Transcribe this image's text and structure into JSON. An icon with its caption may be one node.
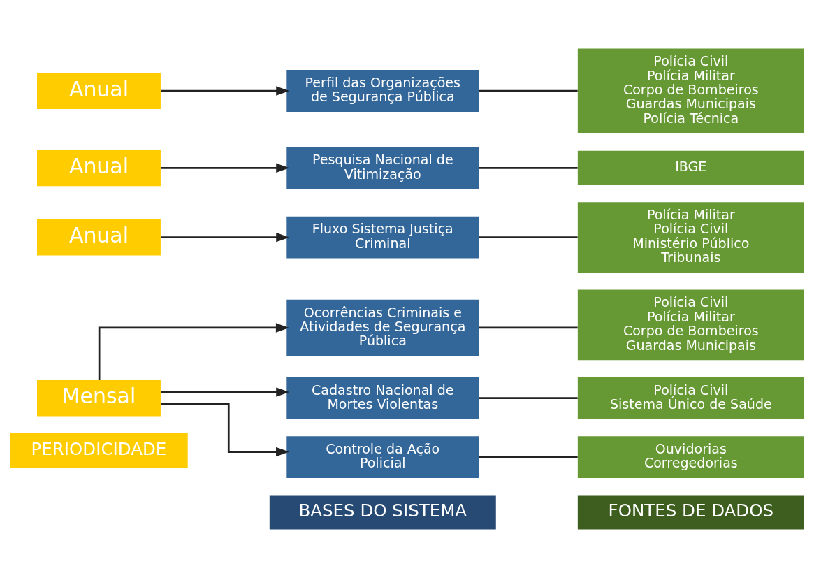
{
  "diagram": {
    "nodes": [
      {
        "text": [
          "PERIODICIDADE"
        ]
      },
      {
        "text": [
          "BASES DO SISTEMA"
        ]
      },
      {
        "text": [
          "FONTES DE DADOS"
        ]
      },
      {
        "text": [
          "Ocorrências Criminais e Atividades de Segurança Pública"
        ]
      },
      {
        "text": [
          "Polícia Civil",
          "Polícia Militar",
          "Corpo de Bombeiros",
          "Guardas Municipais"
        ]
      },
      {
        "text": [
          "Mensal"
        ]
      },
      {
        "text": [
          "Cadastro Nacional de Mortes Violentas"
        ]
      },
      {
        "text": [
          "Polícia Civil",
          "Sistema Único de Saúde"
        ]
      },
      {
        "text": [
          "Controle da Ação Policial"
        ]
      },
      {
        "text": [
          "Ouvidorias",
          "Corregedorias"
        ]
      },
      {
        "text": [
          "Anual"
        ]
      },
      {
        "text": [
          "Fluxo Sistema Justiça Criminal"
        ]
      },
      {
        "text": [
          "Polícia Militar",
          "Polícia Civil",
          "Ministério Público",
          "Tribunais"
        ]
      },
      {
        "text": [
          "Anual"
        ]
      },
      {
        "text": [
          "Pesquisa Nacional de Vitimização"
        ]
      },
      {
        "text": [
          "IBGE"
        ]
      },
      {
        "text": [
          "Anual"
        ]
      },
      {
        "text": [
          "Perfil das Organizações de Segurança Pública"
        ]
      },
      {
        "text": [
          "Polícia Civil",
          "Polícia Militar",
          "Corpo de Bombeiros",
          "Guardas Municipais",
          "Polícia Técnica"
        ]
      }
    ],
    "edges": [
      {
        "from": 5,
        "to": 3,
        "arrow": "to"
      },
      {
        "from": 5,
        "to": 6,
        "arrow": "to"
      },
      {
        "from": 5,
        "to": 8,
        "arrow": "to"
      },
      {
        "from": 3,
        "to": 4,
        "arrow": "none"
      },
      {
        "from": 6,
        "to": 7,
        "arrow": "none"
      },
      {
        "from": 8,
        "to": 9,
        "arrow": "none"
      },
      {
        "from": 10,
        "to": 11,
        "arrow": "to"
      },
      {
        "from": 11,
        "to": 12,
        "arrow": "none"
      },
      {
        "from": 13,
        "to": 14,
        "arrow": "to"
      },
      {
        "from": 14,
        "to": 15,
        "arrow": "none"
      },
      {
        "from": 16,
        "to": 17,
        "arrow": "to"
      },
      {
        "from": 17,
        "to": 18,
        "arrow": "none"
      }
    ]
  }
}
